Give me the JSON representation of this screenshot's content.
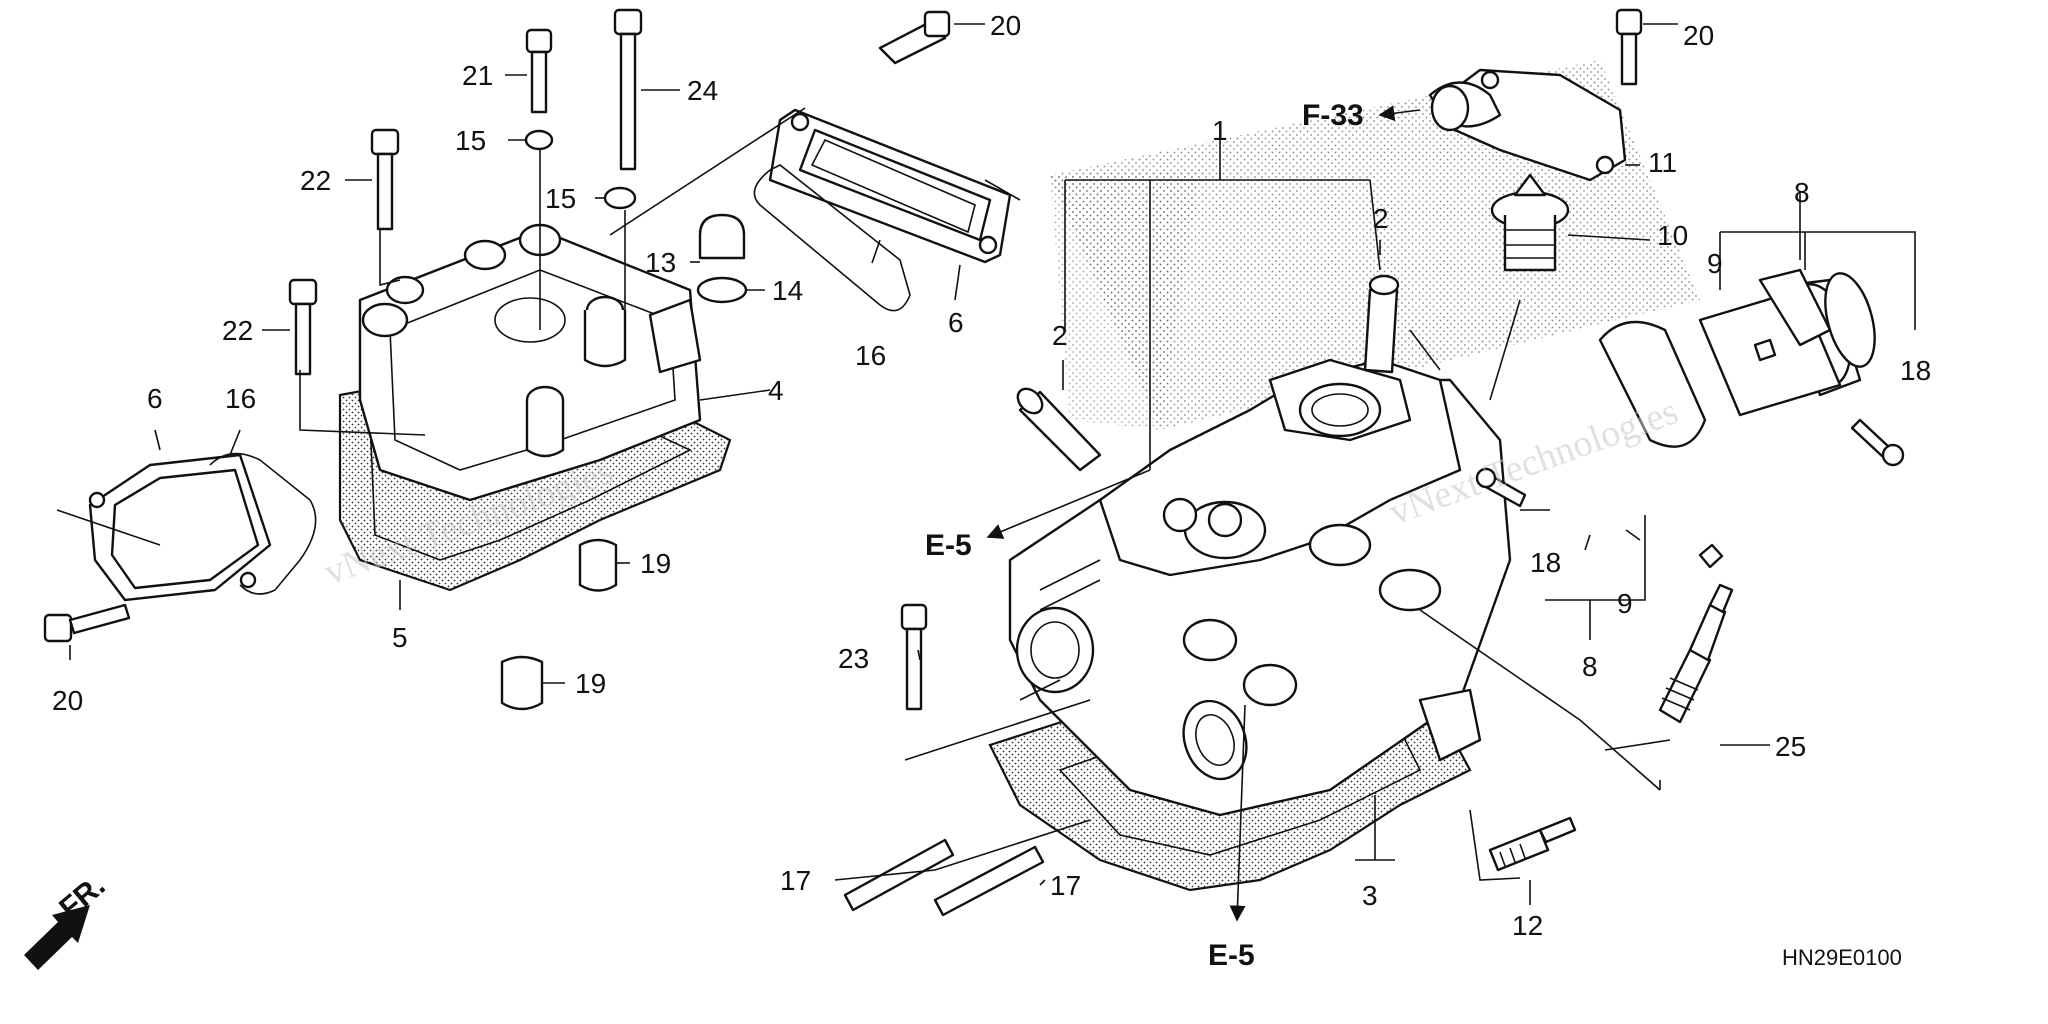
{
  "callouts": {
    "c1": "1",
    "c2a": "2",
    "c2b": "2",
    "c3": "3",
    "c4": "4",
    "c5": "5",
    "c6a": "6",
    "c6b": "6",
    "c8a": "8",
    "c8b": "8",
    "c9a": "9",
    "c9b": "9",
    "c10": "10",
    "c11": "11",
    "c12": "12",
    "c13": "13",
    "c14": "14",
    "c15a": "15",
    "c15b": "15",
    "c16a": "16",
    "c16b": "16",
    "c17a": "17",
    "c17b": "17",
    "c18a": "18",
    "c18b": "18",
    "c19a": "19",
    "c19b": "19",
    "c20a": "20",
    "c20b": "20",
    "c20c": "20",
    "c21": "21",
    "c22a": "22",
    "c22b": "22",
    "c23": "23",
    "c24": "24",
    "c25": "25"
  },
  "references": {
    "f33": "F-33",
    "e5a": "E-5",
    "e5b": "E-5"
  },
  "front_marker": "FR.",
  "diagram_code": "HN29E0100",
  "watermark": {
    "left": "vNext Technologies",
    "right": "vNext Technologies"
  },
  "icons": {
    "front": "front-arrow-icon"
  }
}
